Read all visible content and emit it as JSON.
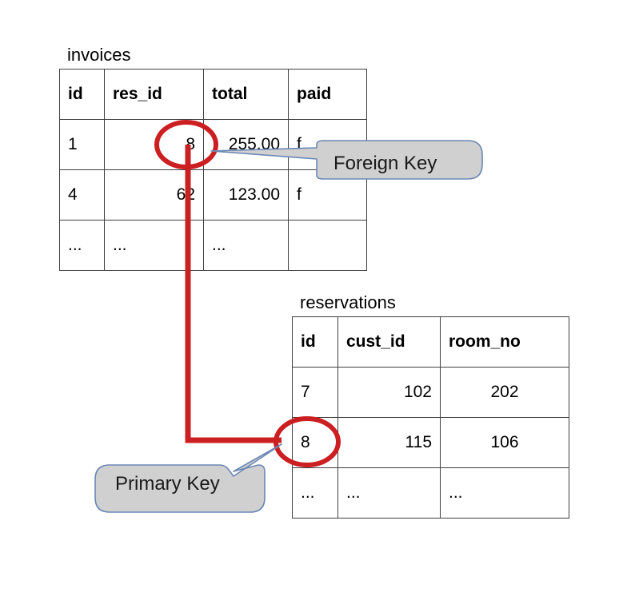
{
  "diagram": {
    "type": "database-relationship-diagram",
    "colors": {
      "connector_red": "#cc1f22",
      "callout_fill": "#d0d0d0",
      "callout_stroke": "#6a87b5",
      "table_border": "#3f3f3f",
      "background": "#ffffff"
    }
  },
  "tables": [
    {
      "name": "invoices",
      "title": "invoices",
      "columns": [
        {
          "label": "id",
          "align": "left"
        },
        {
          "label": "res_id",
          "align": "right"
        },
        {
          "label": "total",
          "align": "right"
        },
        {
          "label": "paid",
          "align": "left"
        }
      ],
      "rows": [
        {
          "id": "1",
          "res_id": "8",
          "total": "255.00",
          "paid": "f"
        },
        {
          "id": "4",
          "res_id": "62",
          "total": "123.00",
          "paid": "f"
        },
        {
          "id": "...",
          "res_id": "...",
          "total": "...",
          "paid": ""
        }
      ]
    },
    {
      "name": "reservations",
      "title": "reservations",
      "columns": [
        {
          "label": "id",
          "align": "left"
        },
        {
          "label": "cust_id",
          "align": "right"
        },
        {
          "label": "room_no",
          "align": "center"
        }
      ],
      "rows": [
        {
          "id": "7",
          "cust_id": "102",
          "room_no": "202"
        },
        {
          "id": "8",
          "cust_id": "115",
          "room_no": "106"
        },
        {
          "id": "...",
          "cust_id": "...",
          "room_no": "..."
        }
      ]
    }
  ],
  "annotations": [
    {
      "key": "foreign_key",
      "label": "Foreign Key",
      "points_to": "invoices.res_id = 8"
    },
    {
      "key": "primary_key",
      "label": "Primary Key",
      "points_to": "reservations.id = 8"
    }
  ],
  "relationship": {
    "from": "invoices.res_id",
    "to": "reservations.id",
    "matched_value": "8"
  }
}
